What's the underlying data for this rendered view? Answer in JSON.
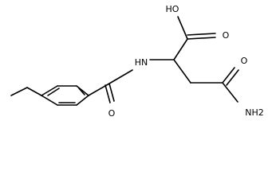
{
  "molecule": {
    "atom_labels": {
      "hydroxyl": "HO",
      "carboxyl_oxygen": "O",
      "amine": "HN",
      "amide_oxygen_left": "O",
      "amide_oxygen_right": "O",
      "amide_nh2": "NH2"
    },
    "colors": {
      "bond": "#000000",
      "text": "#000000",
      "background": "#ffffff"
    }
  }
}
